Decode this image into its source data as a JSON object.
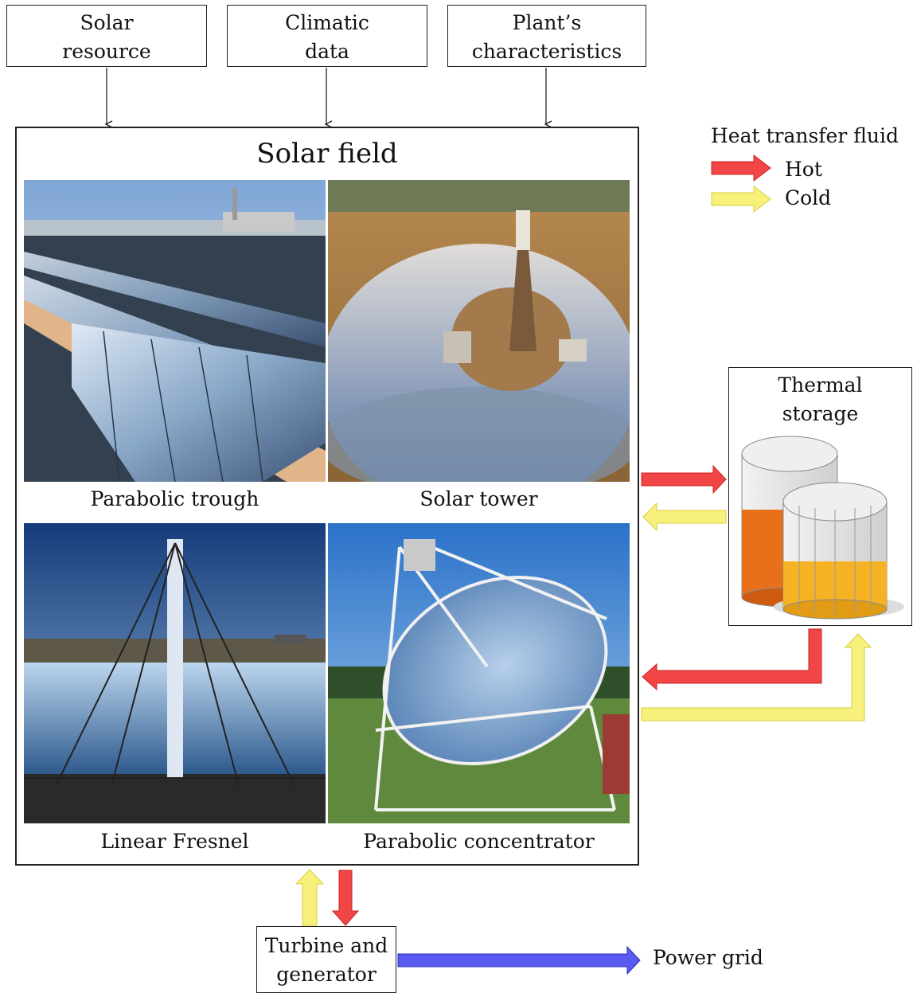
{
  "inputs": [
    {
      "line1": "Solar",
      "line2": "resource"
    },
    {
      "line1": "Climatic",
      "line2": "data"
    },
    {
      "line1": "Plant’s",
      "line2": "characteristics"
    }
  ],
  "solar_field": {
    "title": "Solar field",
    "technologies": [
      {
        "caption": "Parabolic trough"
      },
      {
        "caption": "Solar tower"
      },
      {
        "caption": "Linear Fresnel"
      },
      {
        "caption": "Parabolic concentrator"
      }
    ]
  },
  "legend": {
    "title": "Heat transfer fluid",
    "hot": "Hot",
    "cold": "Cold"
  },
  "storage": {
    "line1": "Thermal",
    "line2": "storage"
  },
  "turbine": {
    "line1": "Turbine and",
    "line2": "generator"
  },
  "grid": {
    "label": "Power grid"
  },
  "colors": {
    "hot": "#f24646",
    "cold": "#f7f07a",
    "power": "#5a5af0",
    "tank_hot": "#e8701a",
    "tank_cold": "#f5b324"
  }
}
